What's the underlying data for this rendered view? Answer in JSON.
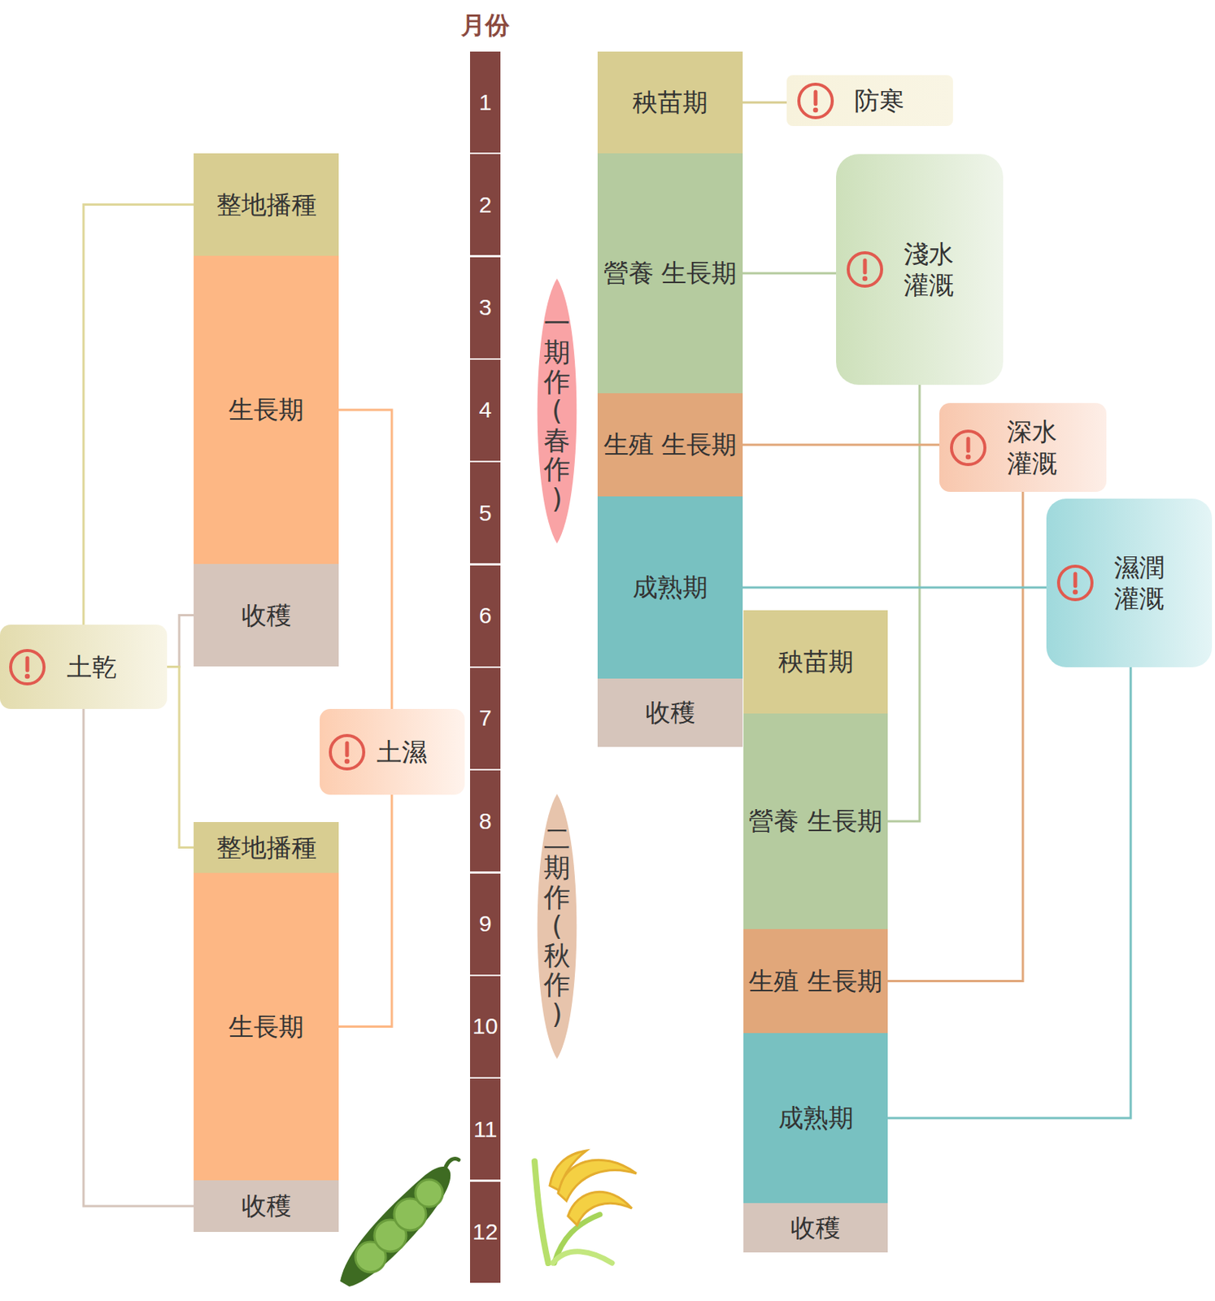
{
  "diagram": {
    "title": "月份",
    "nodes": [
      {
        "text": [
          "1"
        ]
      },
      {
        "text": [
          "2"
        ]
      },
      {
        "text": [
          "3"
        ]
      },
      {
        "text": [
          "4"
        ]
      },
      {
        "text": [
          "5"
        ]
      },
      {
        "text": [
          "6"
        ]
      },
      {
        "text": [
          "7"
        ]
      },
      {
        "text": [
          "8"
        ]
      },
      {
        "text": [
          "9"
        ]
      },
      {
        "text": [
          "10"
        ]
      },
      {
        "text": [
          "11"
        ]
      },
      {
        "text": [
          "12"
        ]
      },
      {
        "text": [
          "一期作(春作)"
        ]
      },
      {
        "text": [
          "二期作(秋作)"
        ]
      },
      {
        "text": [
          "整地播種"
        ]
      },
      {
        "text": [
          "生長期"
        ]
      },
      {
        "text": [
          "收穫"
        ]
      },
      {
        "text": [
          "整地播種"
        ]
      },
      {
        "text": [
          "生長期"
        ]
      },
      {
        "text": [
          "收穫"
        ]
      },
      {
        "text": [
          "土乾"
        ]
      },
      {
        "text": [
          "土濕"
        ]
      },
      {
        "text": [
          "秧苗期"
        ]
      },
      {
        "text": [
          "營養 生長期"
        ]
      },
      {
        "text": [
          "生殖 生長期"
        ]
      },
      {
        "text": [
          "成熟期"
        ]
      },
      {
        "text": [
          "收穫"
        ]
      },
      {
        "text": [
          "秧苗期"
        ]
      },
      {
        "text": [
          "營養 生長期"
        ]
      },
      {
        "text": [
          "生殖 生長期"
        ]
      },
      {
        "text": [
          "成熟期"
        ]
      },
      {
        "text": [
          "收穫"
        ]
      },
      {
        "text": [
          "防寒"
        ]
      },
      {
        "text": [
          "淺水 灌溉"
        ]
      },
      {
        "text": [
          "深水 灌溉"
        ]
      },
      {
        "text": [
          "濕潤 灌溉"
        ]
      }
    ],
    "edges": [
      {
        "from": 22,
        "to": 32,
        "arrow": "none"
      },
      {
        "from": 23,
        "to": 33,
        "arrow": "none"
      },
      {
        "from": 28,
        "to": 33,
        "arrow": "none"
      },
      {
        "from": 24,
        "to": 34,
        "arrow": "none"
      },
      {
        "from": 29,
        "to": 34,
        "arrow": "none"
      },
      {
        "from": 25,
        "to": 35,
        "arrow": "none"
      },
      {
        "from": 30,
        "to": 35,
        "arrow": "none"
      },
      {
        "from": 14,
        "to": 20,
        "arrow": "none"
      },
      {
        "from": 16,
        "to": 20,
        "arrow": "none"
      },
      {
        "from": 17,
        "to": 20,
        "arrow": "none"
      },
      {
        "from": 19,
        "to": 20,
        "arrow": "none"
      },
      {
        "from": 15,
        "to": 21,
        "arrow": "none"
      },
      {
        "from": 18,
        "to": 21,
        "arrow": "none"
      }
    ]
  }
}
